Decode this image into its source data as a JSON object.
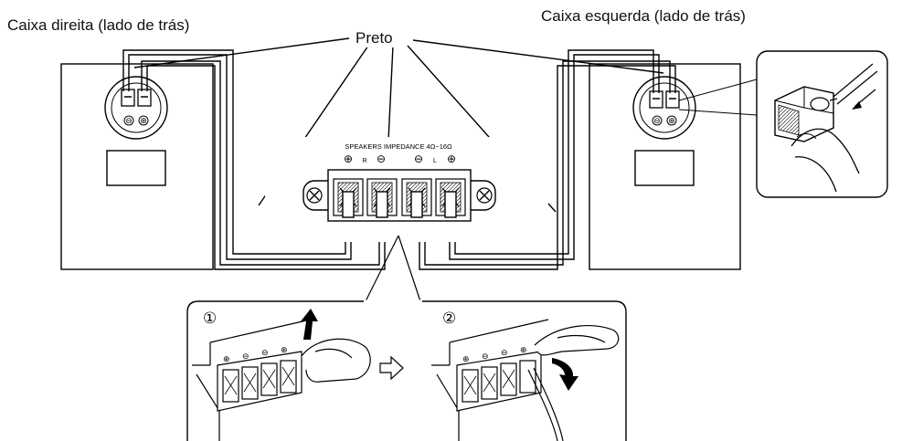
{
  "labels": {
    "right_speaker": "Caixa direita (lado de trás)",
    "left_speaker": "Caixa esquerda (lado de trás)",
    "wire_color": "Preto"
  },
  "panel": {
    "title": "SPEAKERS IMPEDANCE 4Ω~16Ω",
    "channel_r": "R",
    "channel_l": "L",
    "plus": "⊕",
    "minus": "⊖"
  },
  "steps": {
    "step1": "①",
    "step2": "②"
  },
  "speaker_terminals": {
    "minus": "⊖",
    "plus": "⊕"
  }
}
